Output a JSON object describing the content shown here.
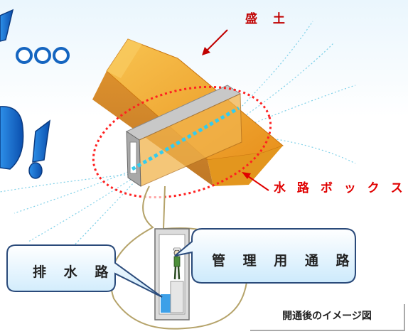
{
  "labels": {
    "embankment": "盛 土",
    "culvert_box": "水 路 ボ ッ ク ス",
    "drainage": "排 水 路",
    "maintenance_path": "管 理 用 通 路",
    "caption": "開通後のイメージ図"
  },
  "colors": {
    "embankment_fill": "#f3a227",
    "label_red": "#c00000",
    "ellipse_dash": "#ff2020",
    "center_line": "#33ccee",
    "bubble_fill": "#dff3ff",
    "bubble_stroke": "#2a4a7a",
    "title_blue": "#1565c0"
  },
  "icons": [
    "arrow-down-left-icon",
    "arrow-up-left-icon",
    "worker-figure-icon",
    "water-icon"
  ]
}
